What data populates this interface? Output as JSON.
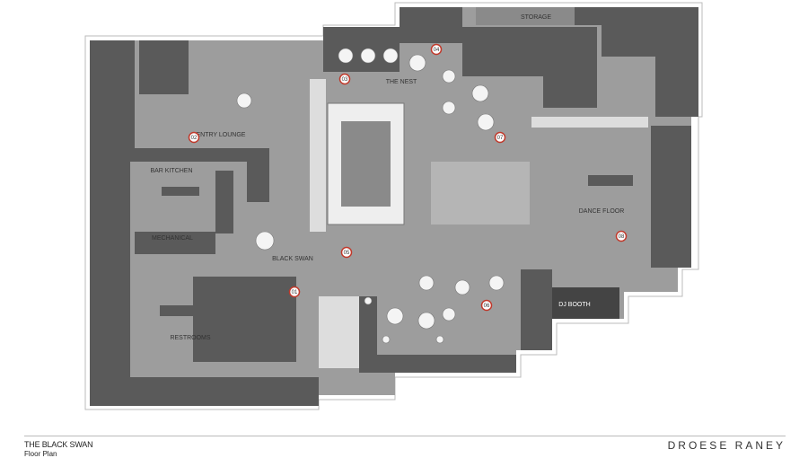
{
  "project_title": "THE BLACK SWAN",
  "project_subtitle": "Floor Plan",
  "brand": "DROESE RANEY",
  "colors": {
    "floor": "#9d9d9d",
    "wall": "#5a5a5a",
    "marker": "#c0392b"
  },
  "rooms": [
    {
      "id": "storage",
      "label": "STORAGE"
    },
    {
      "id": "the-nest",
      "label": "THE NEST"
    },
    {
      "id": "entry-lounge",
      "label": "ENTRY LOUNGE"
    },
    {
      "id": "bar-kitchen",
      "label": "BAR KITCHEN"
    },
    {
      "id": "dance-floor",
      "label": "DANCE FLOOR"
    },
    {
      "id": "mechanical",
      "label": "MECHANICAL"
    },
    {
      "id": "black-swan",
      "label": "BLACK SWAN"
    },
    {
      "id": "dj-booth",
      "label": "DJ BOOTH"
    },
    {
      "id": "restrooms",
      "label": "RESTROOMS"
    }
  ],
  "markers": [
    "01",
    "02",
    "03",
    "04",
    "05",
    "06",
    "07",
    "08"
  ]
}
